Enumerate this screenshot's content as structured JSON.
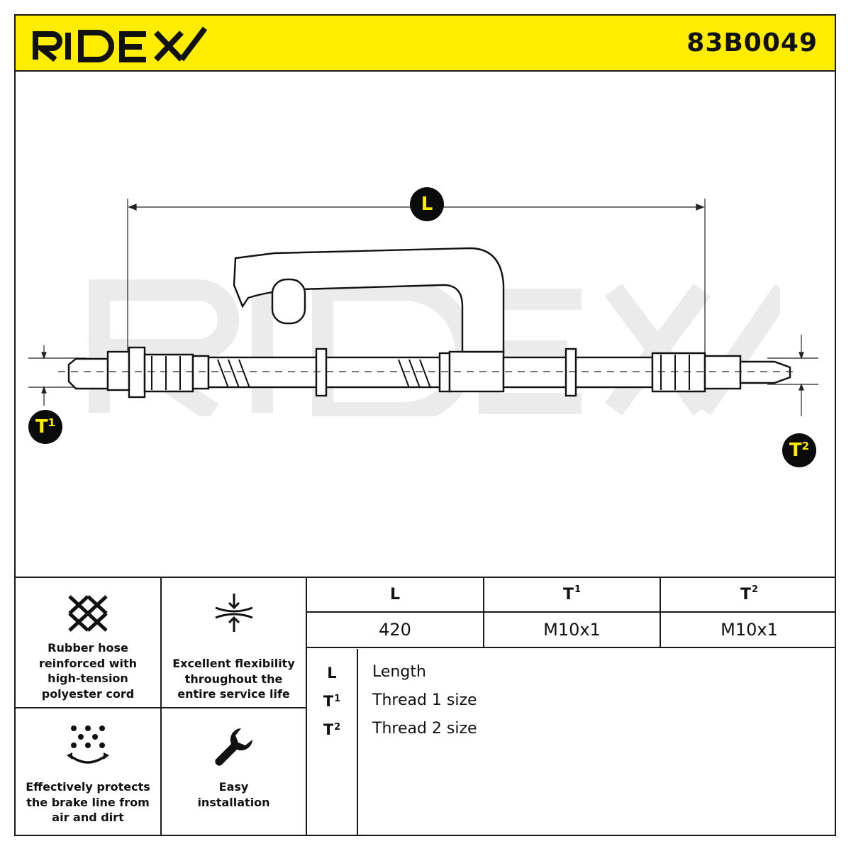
{
  "header": {
    "brand": "RIDEX",
    "part_number": "83B0049"
  },
  "drawing": {
    "label_L": "L",
    "label_T1": "T",
    "label_T1_sup": "1",
    "label_T2": "T",
    "label_T2_sup": "2",
    "watermark": "RIDEX"
  },
  "features": [
    {
      "icon": "cross-weave-icon",
      "text": [
        "Rubber hose",
        "reinforced with",
        "high-tension",
        "polyester cord"
      ]
    },
    {
      "icon": "compression-arrows-icon",
      "text": [
        "Excellent flexibility",
        "throughout the",
        "entire service life"
      ]
    },
    {
      "icon": "dust-protection-icon",
      "text": [
        "Effectively protects",
        "the brake line from",
        "air and dirt"
      ]
    },
    {
      "icon": "wrench-icon",
      "text": [
        "Easy",
        "installation"
      ]
    }
  ],
  "specs": {
    "headers": [
      {
        "label": "L",
        "sup": ""
      },
      {
        "label": "T",
        "sup": "1"
      },
      {
        "label": "T",
        "sup": "2"
      }
    ],
    "values": [
      "420",
      "M10x1",
      "M10x1"
    ]
  },
  "legend": [
    {
      "symbol": "L",
      "sup": "",
      "text": "Length"
    },
    {
      "symbol": "T",
      "sup": "1",
      "text": "Thread 1 size"
    },
    {
      "symbol": "T",
      "sup": "2",
      "text": "Thread 2 size"
    }
  ],
  "colors": {
    "accent": "#ffed00",
    "ink": "#111111",
    "watermark": "#ebebeb"
  }
}
